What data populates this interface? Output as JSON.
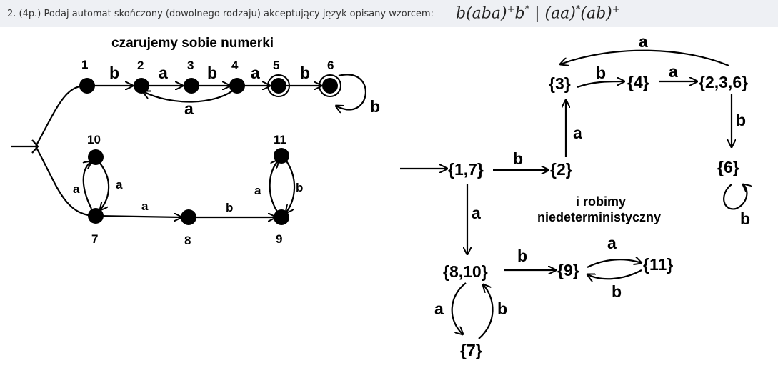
{
  "header": {
    "question": "2. (4p.) Podaj automat skończony (dowolnego rodzaju) akceptujący język opisany wzorcem:",
    "formula": {
      "b1": "b(aba)",
      "s1": "+",
      "b2": "b",
      "s2": "*",
      "bar": " | ",
      "b3": "(aa)",
      "s3": "*",
      "b4": "(ab)",
      "s4": "+"
    }
  },
  "nfa": {
    "title": "czarujemy sobie numerki",
    "states": [
      "1",
      "2",
      "3",
      "4",
      "5",
      "6",
      "7",
      "8",
      "9",
      "10",
      "11"
    ],
    "edges": [
      {
        "from": "1",
        "to": "2",
        "label": "b"
      },
      {
        "from": "2",
        "to": "3",
        "label": "a"
      },
      {
        "from": "3",
        "to": "4",
        "label": "b"
      },
      {
        "from": "4",
        "to": "5",
        "label": "a"
      },
      {
        "from": "5",
        "to": "6",
        "label": "b"
      },
      {
        "from": "4",
        "to": "2",
        "label": "a"
      },
      {
        "from": "6",
        "to": "6",
        "label": "b"
      },
      {
        "from": "7",
        "to": "10",
        "label": "a"
      },
      {
        "from": "10",
        "to": "7",
        "label": "a"
      },
      {
        "from": "7",
        "to": "8",
        "label": "a"
      },
      {
        "from": "8",
        "to": "9",
        "label": "b"
      },
      {
        "from": "9",
        "to": "11",
        "label": "a"
      },
      {
        "from": "11",
        "to": "9",
        "label": "b"
      }
    ],
    "accepting": [
      "5",
      "6"
    ]
  },
  "dfa": {
    "note_line1": "i robimy",
    "note_line2": "niedeterministyczny",
    "states": [
      "{1,7}",
      "{2}",
      "{3}",
      "{4}",
      "{2,3,6}",
      "{6}",
      "{8,10}",
      "{9}",
      "{11}",
      "{7}"
    ],
    "edges": [
      {
        "from": "{1,7}",
        "to": "{2}",
        "label": "b"
      },
      {
        "from": "{2}",
        "to": "{3}",
        "label": "a"
      },
      {
        "from": "{3}",
        "to": "{4}",
        "label": "b"
      },
      {
        "from": "{4}",
        "to": "{2,3,6}",
        "label": "a"
      },
      {
        "from": "{2,3,6}",
        "to": "{3}",
        "label": "a"
      },
      {
        "from": "{2,3,6}",
        "to": "{6}",
        "label": "b"
      },
      {
        "from": "{6}",
        "to": "{6}",
        "label": "b"
      },
      {
        "from": "{1,7}",
        "to": "{8,10}",
        "label": "a"
      },
      {
        "from": "{8,10}",
        "to": "{9}",
        "label": "b"
      },
      {
        "from": "{9}",
        "to": "{11}",
        "label": "a"
      },
      {
        "from": "{11}",
        "to": "{9}",
        "label": "b"
      },
      {
        "from": "{8,10}",
        "to": "{7}",
        "label": "a"
      },
      {
        "from": "{7}",
        "to": "{8,10}",
        "label": "b"
      }
    ]
  }
}
